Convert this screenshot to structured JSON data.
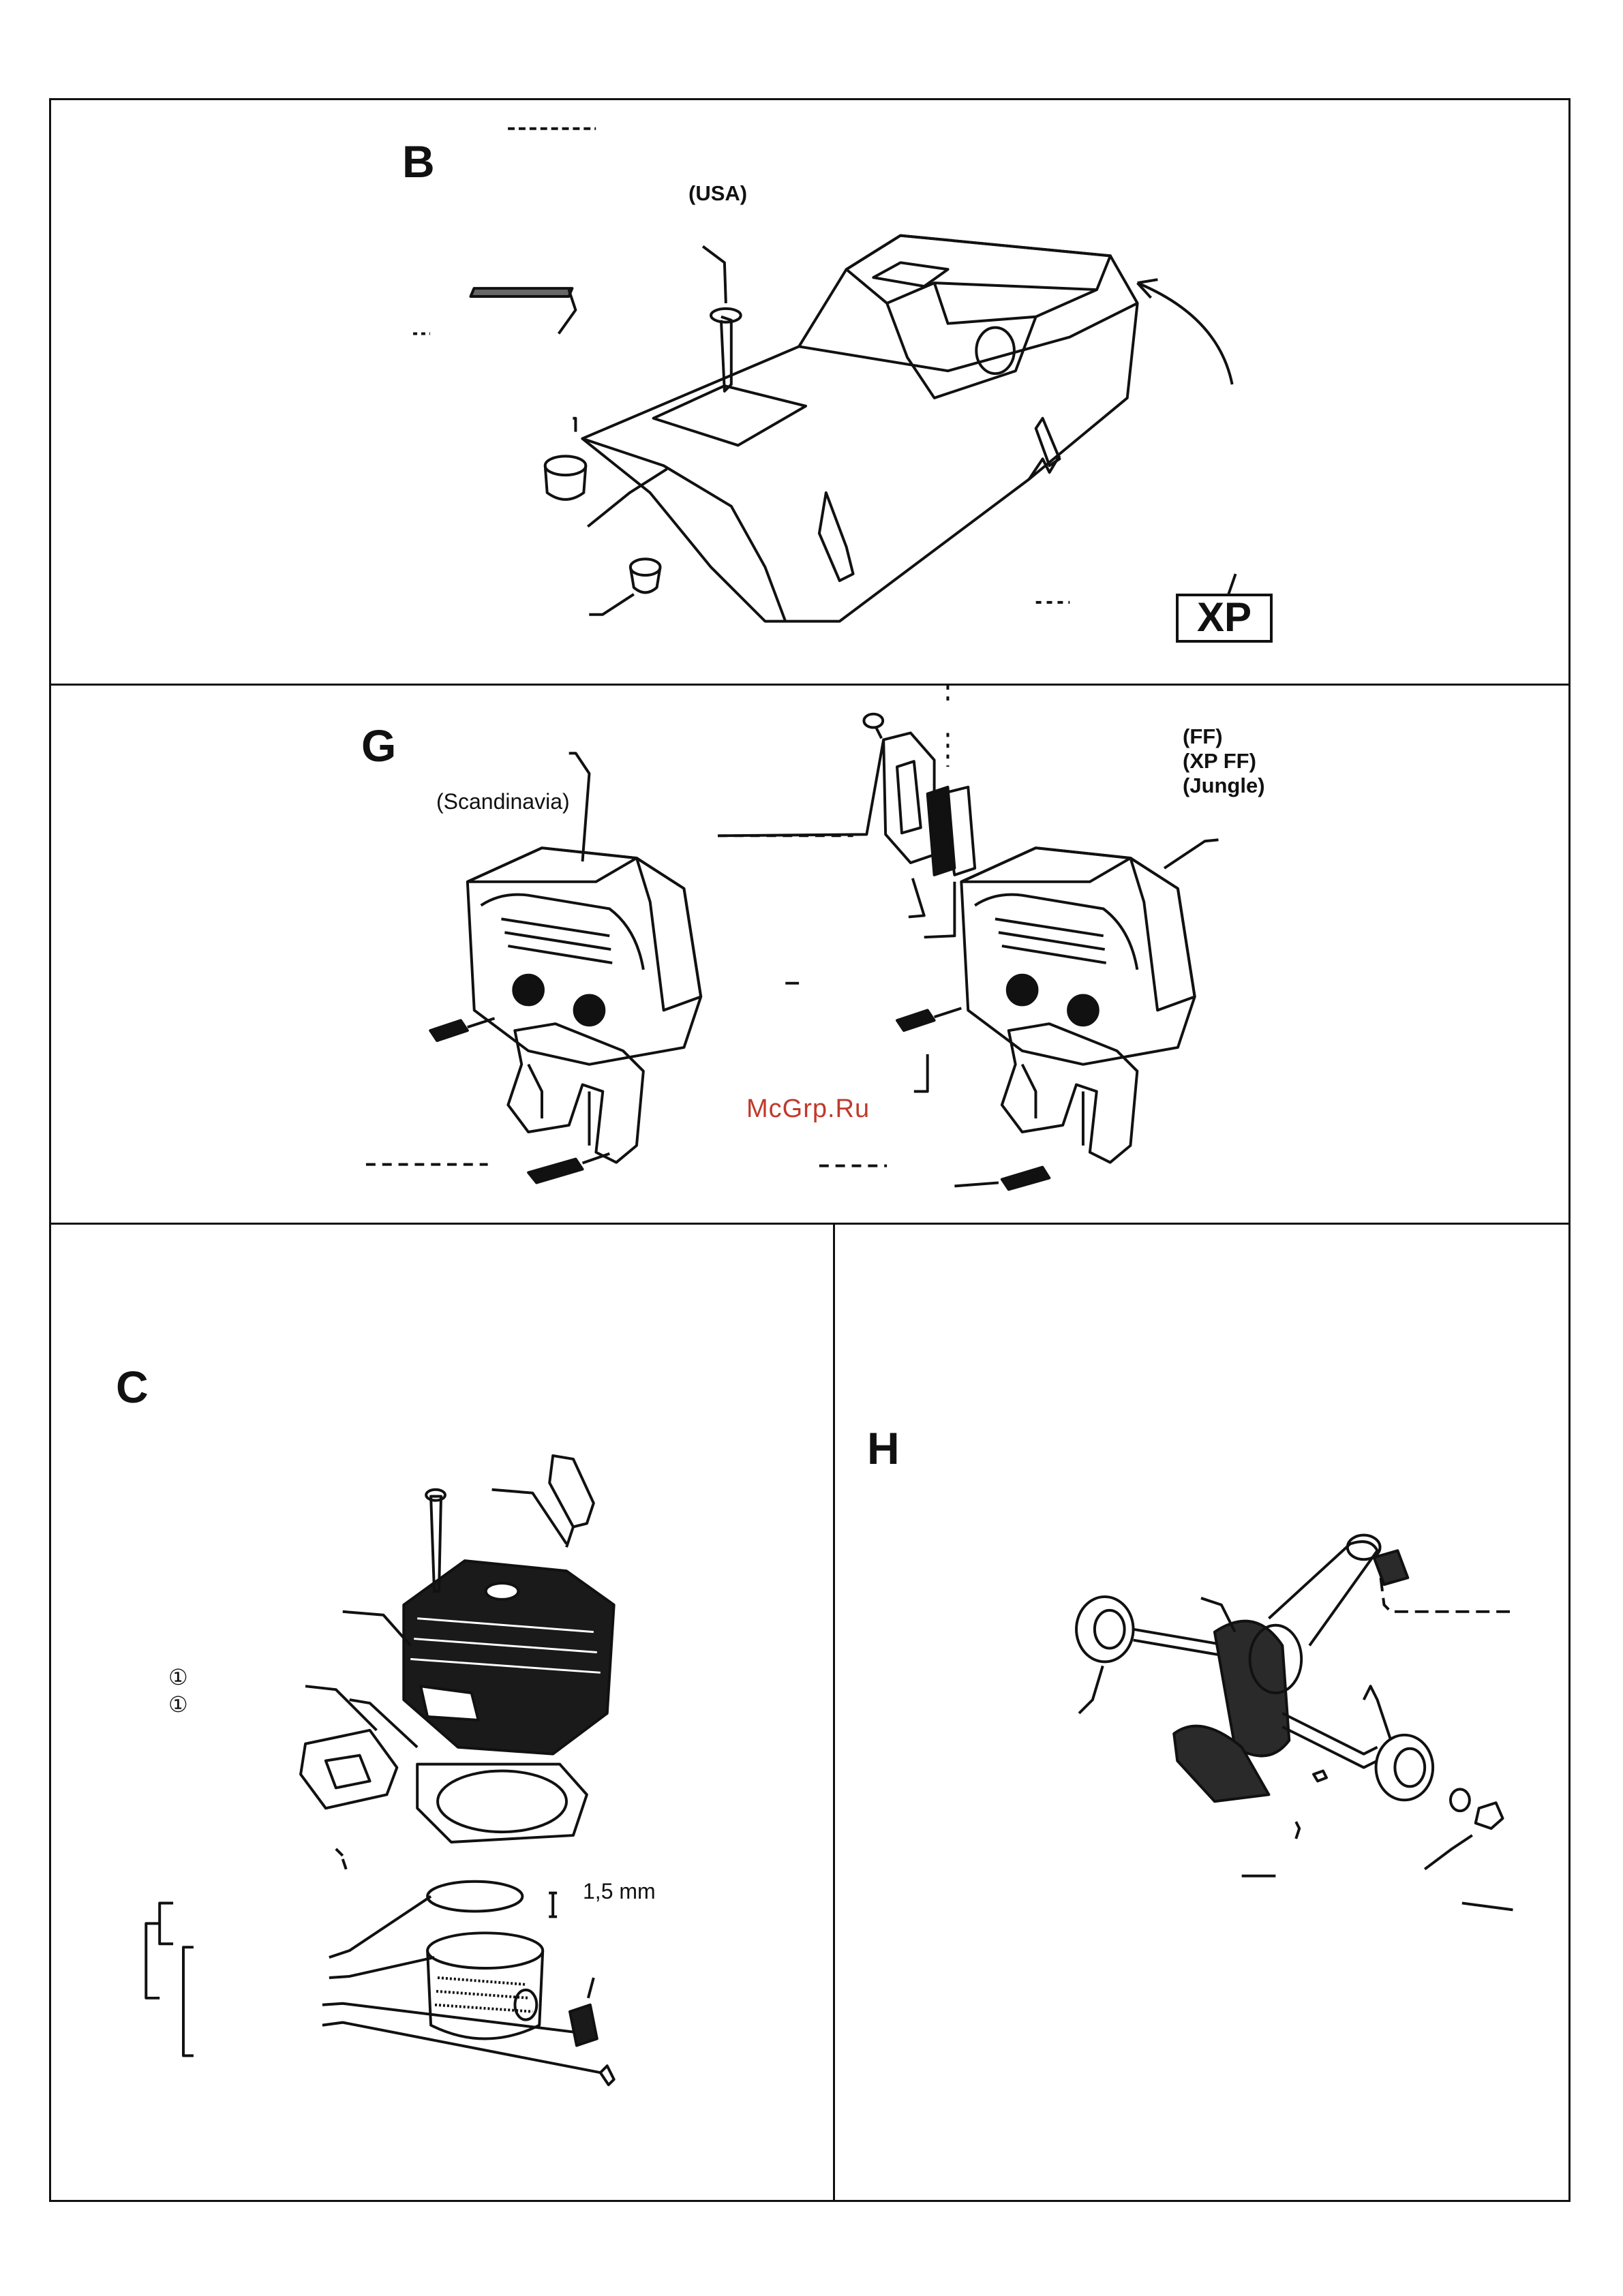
{
  "sections": {
    "b": "B",
    "g": "G",
    "c": "C",
    "h": "H"
  },
  "variants": {
    "usa": "(USA)",
    "scandinavia": "(Scandinavia)",
    "ff": "(FF)",
    "xp_ff": "(XP FF)",
    "jungle": "(Jungle)"
  },
  "badge_xp": "XP",
  "ring_dimension": "1,5 mm",
  "circle_markers": [
    "①",
    "①"
  ],
  "watermark": "McGrp.Ru"
}
